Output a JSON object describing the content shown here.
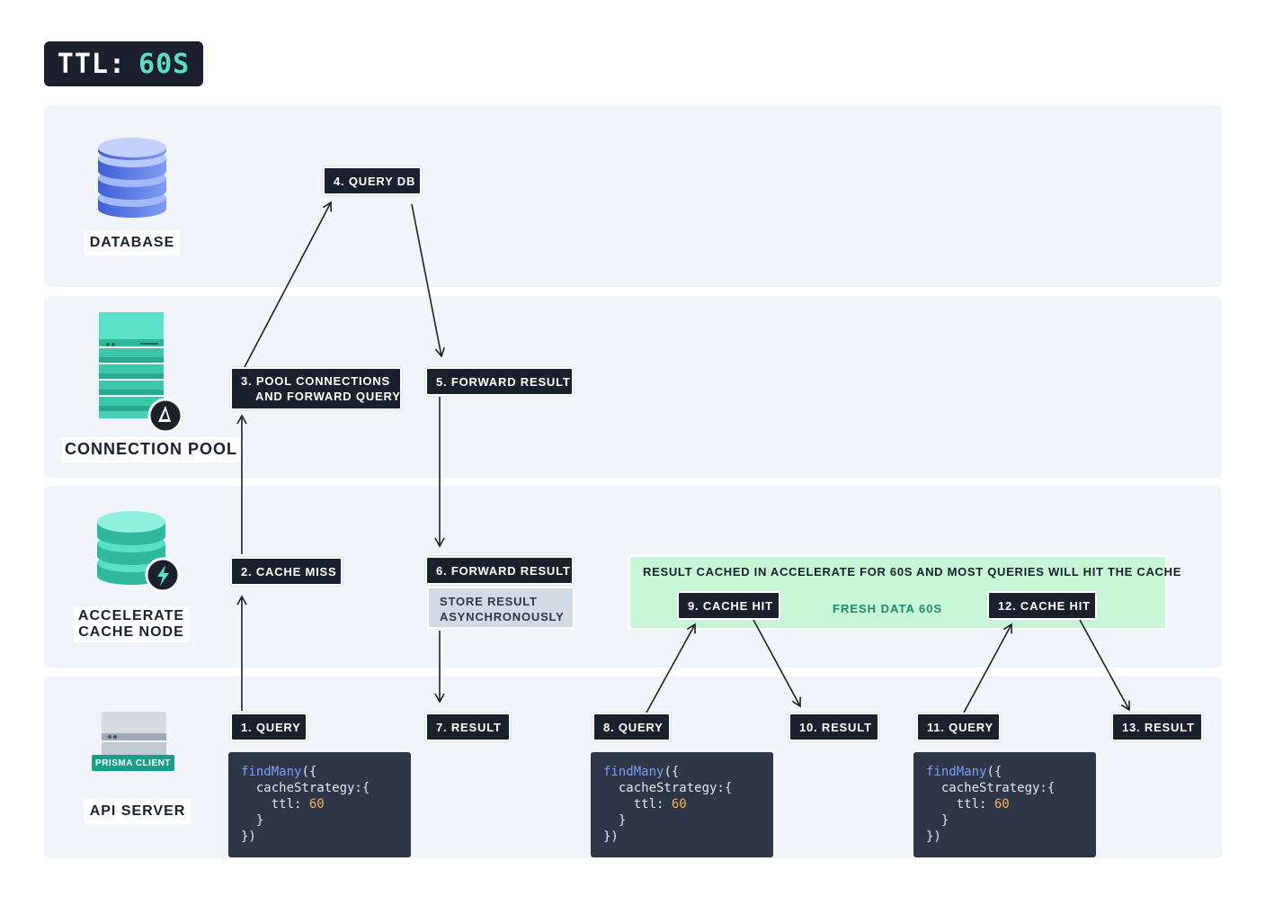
{
  "ttl": {
    "prefix": "TTL:",
    "value": "60S"
  },
  "lanes": {
    "database": "DATABASE",
    "pool": "CONNECTION POOL",
    "accelerate_line1": "ACCELERATE",
    "accelerate_line2": "CACHE NODE",
    "api": "API SERVER",
    "client_badge": "PRISMA CLIENT"
  },
  "steps": {
    "s1": "1. QUERY",
    "s2": "2. CACHE MISS",
    "s3_line1": "3. POOL CONNECTIONS",
    "s3_line2": "AND FORWARD QUERY",
    "s4": "4. QUERY DB",
    "s5": "5. FORWARD RESULT",
    "s6": "6. FORWARD RESULT",
    "s7": "7. RESULT",
    "s8": "8. QUERY",
    "s9": "9. CACHE HIT",
    "s10": "10. RESULT",
    "s11": "11. QUERY",
    "s12": "12. CACHE HIT",
    "s13": "13. RESULT"
  },
  "store": {
    "line1": "STORE RESULT",
    "line2": "ASYNCHRONOUSLY"
  },
  "cache_banner": {
    "text": "RESULT CACHED IN ACCELERATE FOR 60S AND MOST QUERIES WILL HIT THE CACHE",
    "fresh": "FRESH DATA  60S"
  },
  "code": {
    "fn": "findMany",
    "open": "({",
    "line2": "  cacheStrategy:{",
    "line3_key": "    ttl: ",
    "line3_val": "60",
    "line4": "  }",
    "line5": "})"
  },
  "colors": {
    "dark": "#1a202c",
    "lane_bg": "#f1f4f9",
    "teal": "#5be0c8",
    "banner_bg": "#c6f6d5",
    "code_bg": "#2d3748",
    "db_blue": "#5a7be0"
  }
}
